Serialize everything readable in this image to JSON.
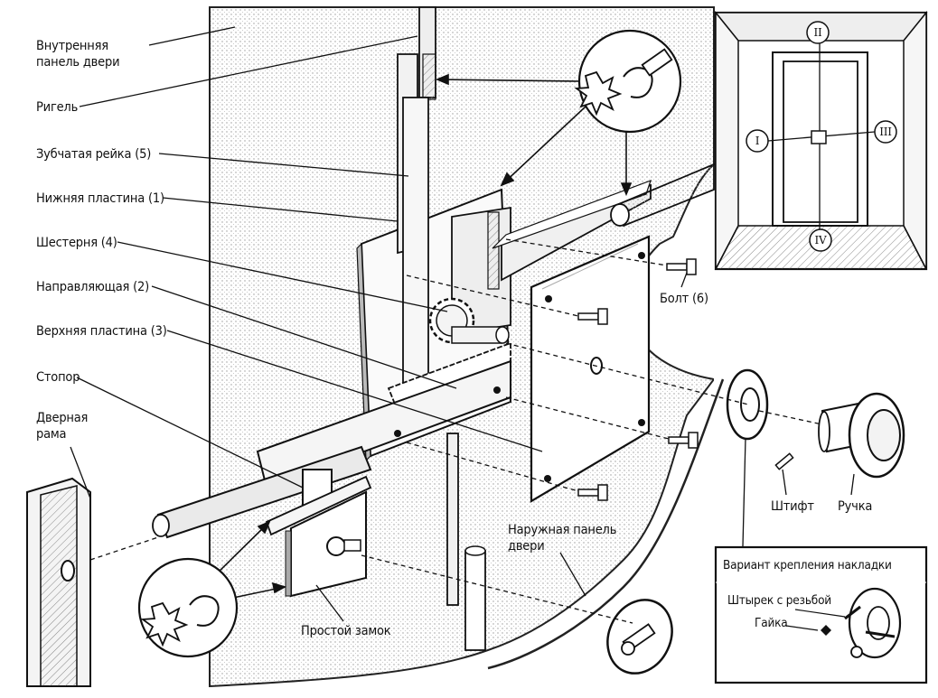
{
  "labels": {
    "inner_panel": "Внутренняя панель двери",
    "bolt_rod": "Ригель",
    "rack": "Зубчатая рейка (5)",
    "lower_plate": "Нижняя пластина (1)",
    "gear": "Шестерня (4)",
    "guide": "Направляющая (2)",
    "upper_plate": "Верхняя пластина (3)",
    "stopper": "Стопор",
    "door_frame": "Дверная рама",
    "bolt_screw": "Болт (6)",
    "pin": "Штифт",
    "handle": "Ручка",
    "outer_panel": "Наружная панель двери",
    "simple_lock": "Простой замок"
  },
  "inset_door": {
    "positions": [
      "I",
      "II",
      "III",
      "IV"
    ]
  },
  "inset_mount": {
    "title": "Вариант крепления накладки",
    "threaded_stud": "Штырек с резьбой",
    "nut": "Гайка"
  }
}
